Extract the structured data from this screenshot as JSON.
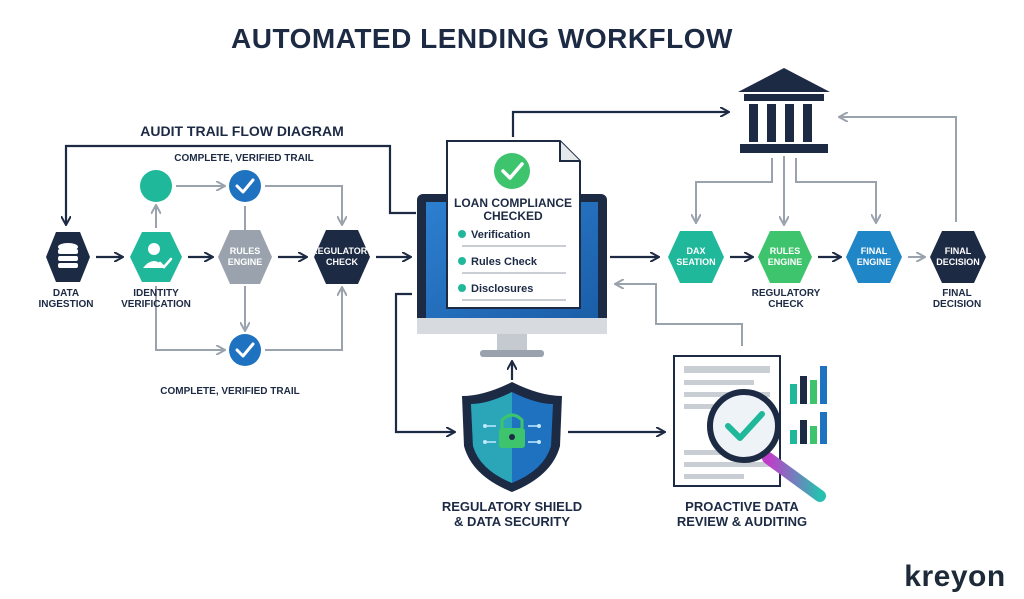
{
  "title": "AUTOMATED LENDING WORKFLOW",
  "audit": {
    "heading": "AUDIT TRAIL FLOW DIAGRAM",
    "trail_top": "COMPLETE, VERIFIED TRAIL",
    "trail_bottom": "COMPLETE, VERIFIED TRAIL",
    "data_ingestion": [
      "DATA",
      "INGESTION"
    ],
    "identity_verification": [
      "IDENTITY",
      "VERIFICATION"
    ],
    "rules_engine": [
      "RULES",
      "ENGINE"
    ],
    "regulatory_check": [
      "REGULATORY",
      "CHECK"
    ]
  },
  "monitor": {
    "doc_title": [
      "LOAN COMPLIANCE",
      "CHECKED"
    ],
    "items": [
      "Verification",
      "Rules Check",
      "Disclosures"
    ]
  },
  "right_flow": {
    "dax_seation": [
      "DAX",
      "SEATION"
    ],
    "rules_engine": [
      "RULES",
      "ENGINE"
    ],
    "regulatory_check_caption": [
      "REGULATORY",
      "CHECK"
    ],
    "final_engine": [
      "FINAL",
      "ENGINE"
    ],
    "final_decision": [
      "FINAL",
      "DECISION"
    ],
    "final_decision_caption": [
      "FINAL",
      "DECISION"
    ]
  },
  "bottom": {
    "shield_caption": [
      "REGULATORY SHIELD",
      "& DATA SECURITY"
    ],
    "review_caption": [
      "PROACTIVE DATA",
      "REVIEW & AUDITING"
    ]
  },
  "brand": "kreyon",
  "colors": {
    "navy": "#1d2a44",
    "teal": "#1fb89a",
    "green": "#3ec46d",
    "blue": "#1f86c7",
    "gray": "#9aa3ad",
    "arrow": "#1d2a44",
    "line": "#9aa3ad"
  }
}
